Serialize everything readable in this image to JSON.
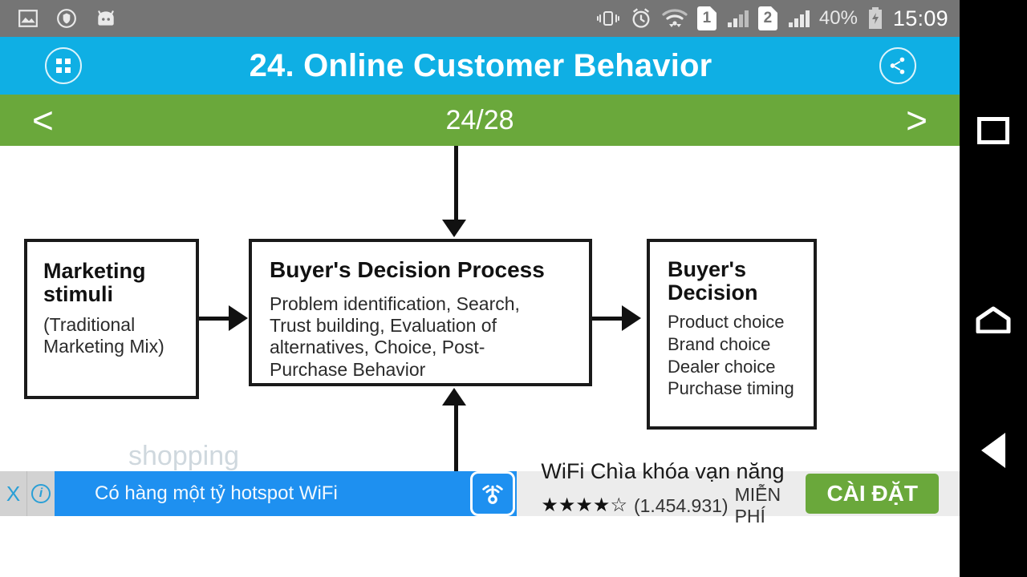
{
  "status_bar": {
    "icons_left": [
      "image-icon",
      "shield-icon",
      "android-head-icon"
    ],
    "icons_right": [
      "vibrate-icon",
      "alarm-icon",
      "wifi-icon",
      "sim1-icon",
      "signal1-icon",
      "sim2-icon",
      "signal2-icon"
    ],
    "sim1_label": "1",
    "sim2_label": "2",
    "battery_percent": "40%",
    "time": "15:09",
    "background": "#757575"
  },
  "title_bar": {
    "title": "24. Online Customer Behavior",
    "grid_icon": "grid-apps-icon",
    "share_icon": "share-icon",
    "background": "#0FAFE4"
  },
  "nav_bar": {
    "prev_label": "<",
    "next_label": ">",
    "page_counter": "24/28",
    "current_page": 24,
    "total_pages": 28,
    "background": "#6AA83B"
  },
  "slide": {
    "ghost_text": "shopping",
    "boxes": [
      {
        "name": "marketing-stimuli",
        "heading": "Marketing stimuli",
        "body": "(Traditional Marketing Mix)"
      },
      {
        "name": "buyers-decision-process",
        "heading": "Buyer's  Decision Process",
        "body": "Problem identification, Search, Trust building, Evaluation of alternatives, Choice, Post-Purchase Behavior"
      },
      {
        "name": "buyers-decision",
        "heading": "Buyer's Decision",
        "body": "Product choice\nBrand choice\nDealer choice\nPurchase timing"
      }
    ],
    "arrows": [
      "arrow-down-into-process",
      "arrow-up-into-process",
      "arrow-stimuli-to-process",
      "arrow-process-to-decision"
    ]
  },
  "ad": {
    "close_label": "X",
    "info_label": "i",
    "left_text": "Có hàng một tỷ hotspot WiFi",
    "app_icon": "wifi-key-icon",
    "title": "WiFi Chìa khóa vạn năng",
    "stars": "★★★★☆",
    "rating_count": "(1.454.931)",
    "price": "MIỄN PHÍ",
    "install_label": "CÀI ĐẶT",
    "install_color": "#6AA83B"
  },
  "system_nav": {
    "recents": "recents-square-icon",
    "home": "home-icon",
    "back": "back-triangle-icon"
  }
}
